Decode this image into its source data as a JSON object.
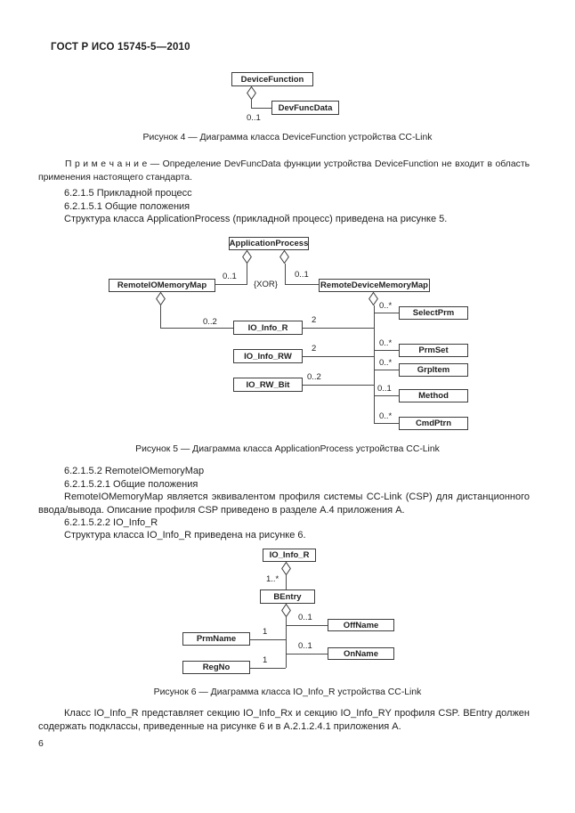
{
  "header": "ГОСТ Р ИСО 15745-5—2010",
  "page_number": "6",
  "figure4": {
    "caption": "Рисунок 4 — Диаграмма класса DeviceFunction устройства CC-Link",
    "device_function": "DeviceFunction",
    "dev_func_data": "DevFuncData",
    "mult_dev_func_data": "0..1"
  },
  "paragraphs": {
    "note": "П р и м е ч а н и е — Определение DevFuncData функции устройства DeviceFunction не входит в область применения настоящего стандарта.",
    "h_6215": "6.2.1.5 Прикладной процесс",
    "h_62151": "6.2.1.5.1 Общие положения",
    "p_structure5": "Структура класса ApplicationProcess (прикладной процесс) приведена на рисунке 5.",
    "h_62152": "6.2.1.5.2 RemoteIOMemoryMap",
    "h_621521": "6.2.1.5.2.1 Общие положения",
    "p_remote": "RemoteIOMemoryMap является эквивалентом профиля системы CC-Link (CSP) для дистанционного ввода/вывода. Описание профиля CSP приведено в разделе А.4 приложения А.",
    "h_621522": "6.2.1.5.2.2 IO_Info_R",
    "p_structure6": "Структура класса IO_Info_R приведена на рисунке 6.",
    "p_final": "Класс IO_Info_R представляет секцию IO_Info_Rx и секцию IO_Info_RY профиля CSP. BEntry должен содержать подклассы, приведенные на рисунке 6 и в А.2.1.2.4.1 приложения А."
  },
  "figure5": {
    "caption": "Рисунок 5 — Диаграмма класса ApplicationProcess устройства CC-Link",
    "application_process": "ApplicationProcess",
    "remote_io_memory_map": "RemoteIOMemoryMap",
    "remote_device_memory_map": "RemoteDeviceMemoryMap",
    "xor_label": "{XOR}",
    "mult_left": "0..1",
    "mult_right": "0..1",
    "io_info_r": "IO_Info_R",
    "io_info_rw": "IO_Info_RW",
    "io_rw_bit": "IO_RW_Bit",
    "mult_io_info_r_left": "0..2",
    "mult_io_info_r_right": "2",
    "mult_io_info_rw": "2",
    "mult_io_rw_bit": "0..2",
    "right_items": [
      {
        "name": "SelectPrm",
        "mult": "0..*"
      },
      {
        "name": "PrmSet",
        "mult": "0..*"
      },
      {
        "name": "GrpItem",
        "mult": "0..*"
      },
      {
        "name": "Method",
        "mult": "0..1"
      },
      {
        "name": "CmdPtrn",
        "mult": "0..*"
      }
    ]
  },
  "figure6": {
    "caption": "Рисунок 6 — Диаграмма класса IO_Info_R устройства CC-Link",
    "io_info_r": "IO_Info_R",
    "bentry": "BEntry",
    "mult_bentry": "1..*",
    "off_name": "OffName",
    "mult_off_name": "0..1",
    "prm_name": "PrmName",
    "mult_prm_name": "1",
    "on_name": "OnName",
    "mult_on_name": "0..1",
    "reg_no": "RegNo",
    "mult_reg_no": "1"
  }
}
